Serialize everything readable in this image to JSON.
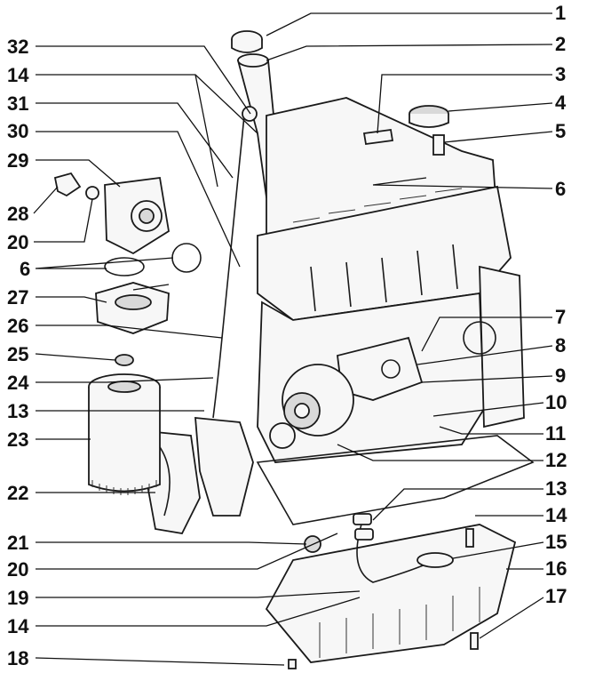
{
  "callouts": {
    "right": [
      "1",
      "2",
      "3",
      "4",
      "5",
      "6",
      "7",
      "8",
      "9",
      "10",
      "11",
      "12",
      "13",
      "14",
      "15",
      "16",
      "17"
    ],
    "left": [
      "32",
      "14",
      "31",
      "30",
      "29",
      "28",
      "20",
      "6",
      "27",
      "26",
      "25",
      "24",
      "13",
      "23",
      "22",
      "21",
      "20",
      "19",
      "14",
      "18"
    ]
  },
  "colors": {
    "ink": "#111111",
    "paper": "#ffffff"
  }
}
